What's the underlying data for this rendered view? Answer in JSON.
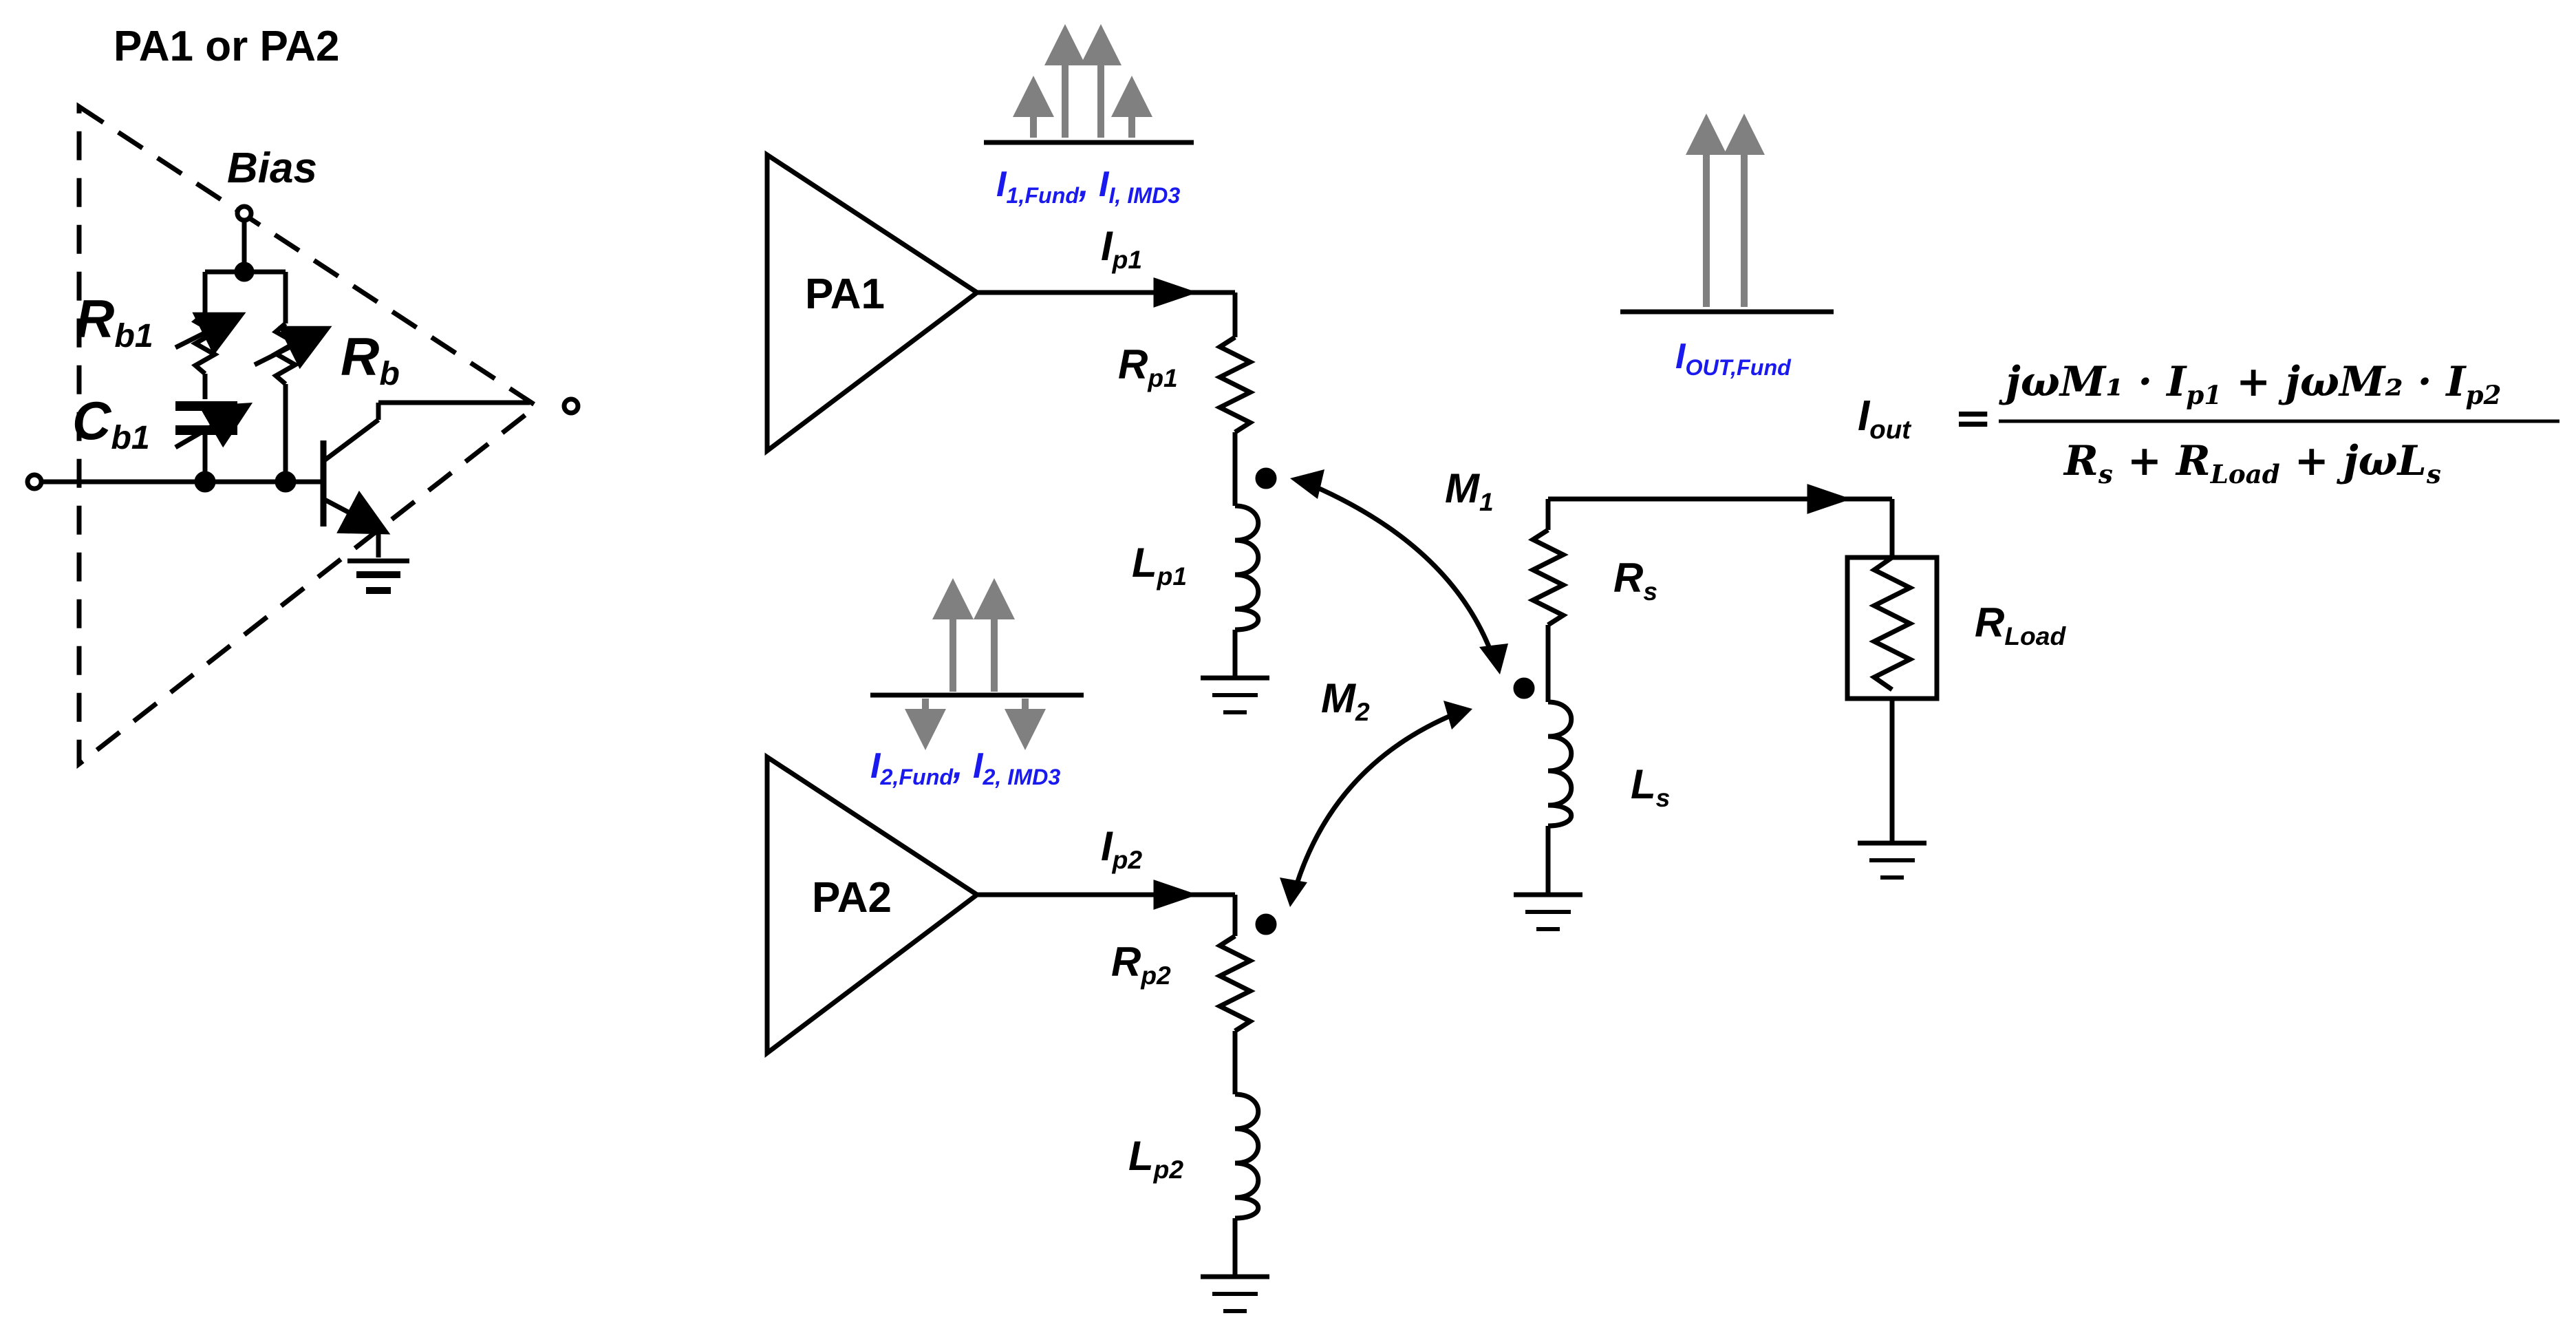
{
  "figure": {
    "inset_title": "PA1 or PA2",
    "bias_label": "Bias",
    "rb1_label": {
      "main": "R",
      "sub": "b1"
    },
    "rb_label": {
      "main": "R",
      "sub": "b"
    },
    "cb1_label": {
      "main": "C",
      "sub": "b1"
    },
    "pa1_label": "PA1",
    "pa2_label": "PA2",
    "ip1_label": {
      "main": "I",
      "sub": "p1"
    },
    "ip2_label": {
      "main": "I",
      "sub": "p2"
    },
    "rp1_label": {
      "main": "R",
      "sub": "p1"
    },
    "rp2_label": {
      "main": "R",
      "sub": "p2"
    },
    "lp1_label": {
      "main": "L",
      "sub": "p1"
    },
    "lp2_label": {
      "main": "L",
      "sub": "p2"
    },
    "m1_label": {
      "main": "M",
      "sub": "1"
    },
    "m2_label": {
      "main": "M",
      "sub": "2"
    },
    "rs_label": {
      "main": "R",
      "sub": "s"
    },
    "ls_label": {
      "main": "L",
      "sub": "s"
    },
    "rload_label": {
      "main": "R",
      "sub": "Load"
    },
    "spec1_label": {
      "a": "I",
      "a_sub": "1,Fund",
      "sep": ", ",
      "b": "I",
      "b_sub": "I, IMD3"
    },
    "spec2_label": {
      "a": "I",
      "a_sub": "2,Fund",
      "sep": ", ",
      "b": "I",
      "b_sub": "2, IMD3"
    },
    "spec_out_label": {
      "a": "I",
      "a_sub": "OUT,Fund"
    },
    "equation": {
      "lhs": {
        "main": "I",
        "sub": "out"
      },
      "equals": "=",
      "numerator": "jωM₁ · I",
      "numerator_sub1": "p1",
      "numerator_mid": " + jωM₂ · I",
      "numerator_sub2": "p2",
      "denominator_a": "R",
      "denominator_a_sub": "s",
      "denominator_b": " + R",
      "denominator_b_sub": "Load",
      "denominator_c": " + jωL",
      "denominator_c_sub": "s"
    }
  },
  "colors": {
    "wire": "#000000",
    "spectrum_arrow": "#808080",
    "spectrum_label": "#1a1aee"
  }
}
